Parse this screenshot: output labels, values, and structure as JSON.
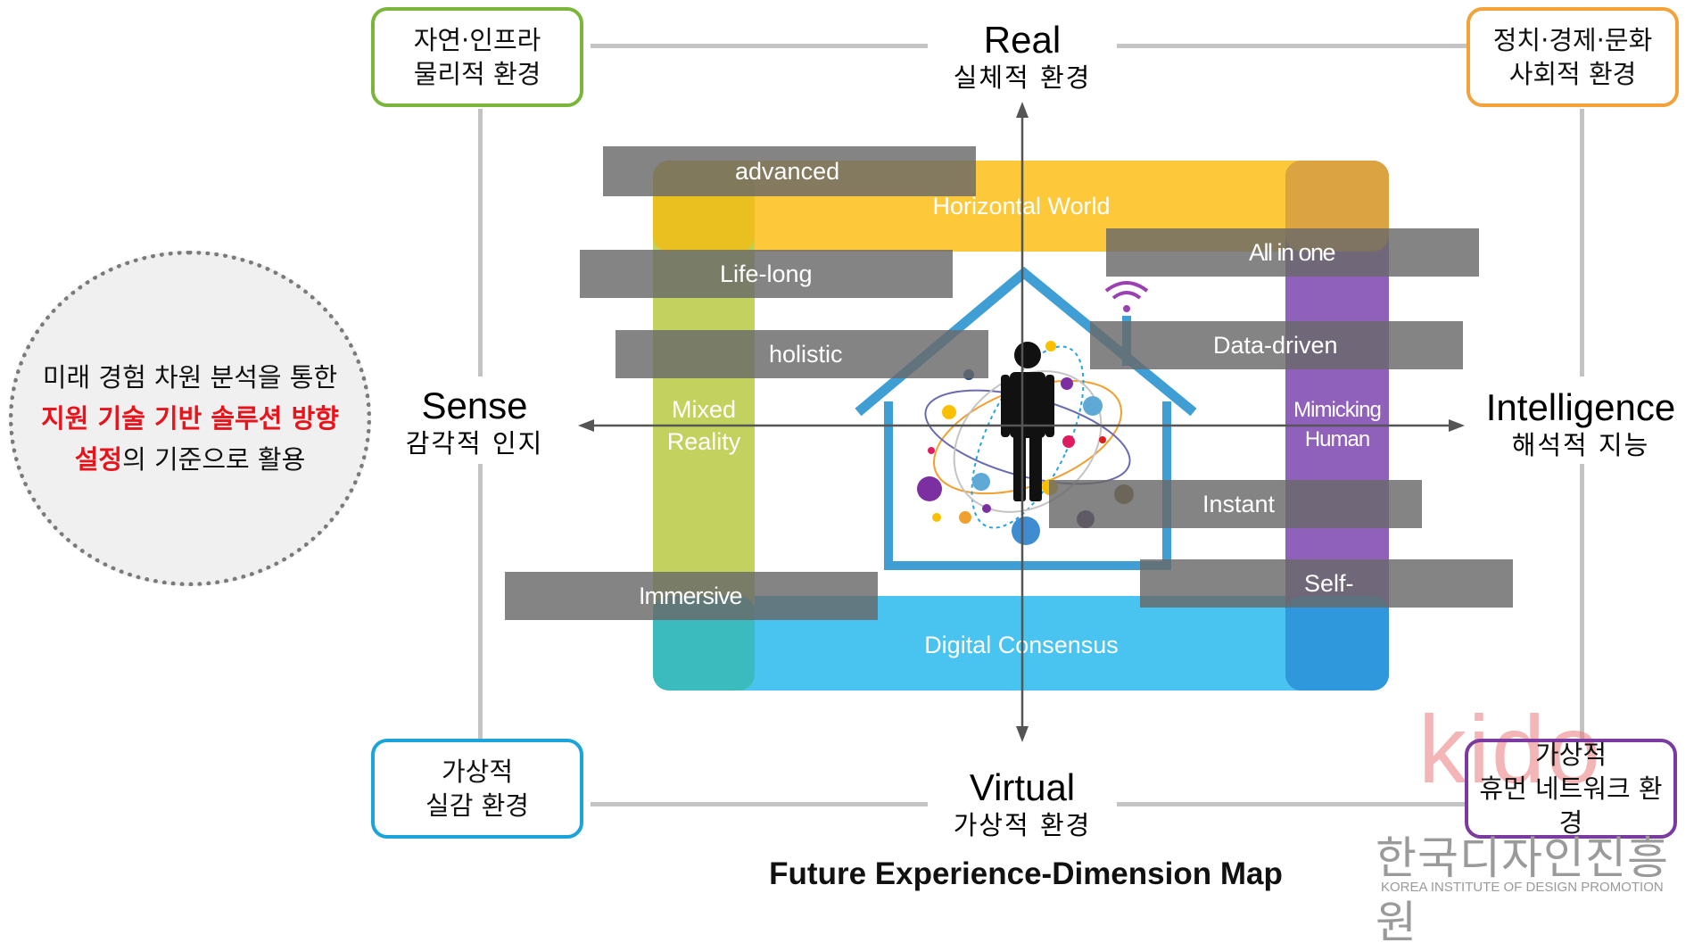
{
  "corners": {
    "top_left": {
      "line1": "자연·인프라",
      "line2": "물리적 환경",
      "color": "#7ab53c"
    },
    "top_right": {
      "line1": "정치·경제·문화",
      "line2": "사회적 환경",
      "color": "#f4a13a"
    },
    "bottom_left": {
      "line1": "가상적",
      "line2": "실감 환경",
      "color": "#1aa4d9"
    },
    "bottom_right": {
      "line1": "가상적",
      "line2": "휴먼 네트워크 환경",
      "color": "#7b3aa0"
    }
  },
  "axes": {
    "top": {
      "en": "Real",
      "ko": "실체적 환경"
    },
    "bottom": {
      "en": "Virtual",
      "ko": "가상적 환경"
    },
    "left": {
      "en": "Sense",
      "ko": "감각적 인지"
    },
    "right": {
      "en": "Intelligence",
      "ko": "해석적 지능"
    }
  },
  "bands": {
    "horizontal_world": {
      "label": "Horizontal World",
      "color": "#fdc93a"
    },
    "digital_consensus": {
      "label": "Digital Consensus",
      "color": "#49c3ef"
    },
    "mixed_reality": {
      "line1": "Mixed",
      "line2": "Reality",
      "color": "#c3d25a"
    },
    "mimicking_human": {
      "line1": "Mimicking",
      "line2": "Human",
      "color": "#8a57b8"
    }
  },
  "bars": {
    "advanced": "advanced",
    "all_in_one": "All in one",
    "life_long": "Life-long",
    "holistic": "holistic",
    "data_driven": "Data-driven",
    "instant": "Instant",
    "immersive": "Immersive",
    "self": "Self-"
  },
  "callout": {
    "line1": "미래 경험 차원  분석을 통한",
    "line2": "지원 기술 기반 솔루션 방향",
    "line3_red": "설정",
    "line3_rest": "의 기준으로 활용"
  },
  "caption": "Future Experience-Dimension Map",
  "logo": {
    "mark": "kido",
    "ko": "한국디자인진흥원",
    "en": "KOREA INSTITUTE OF DESIGN PROMOTION"
  }
}
